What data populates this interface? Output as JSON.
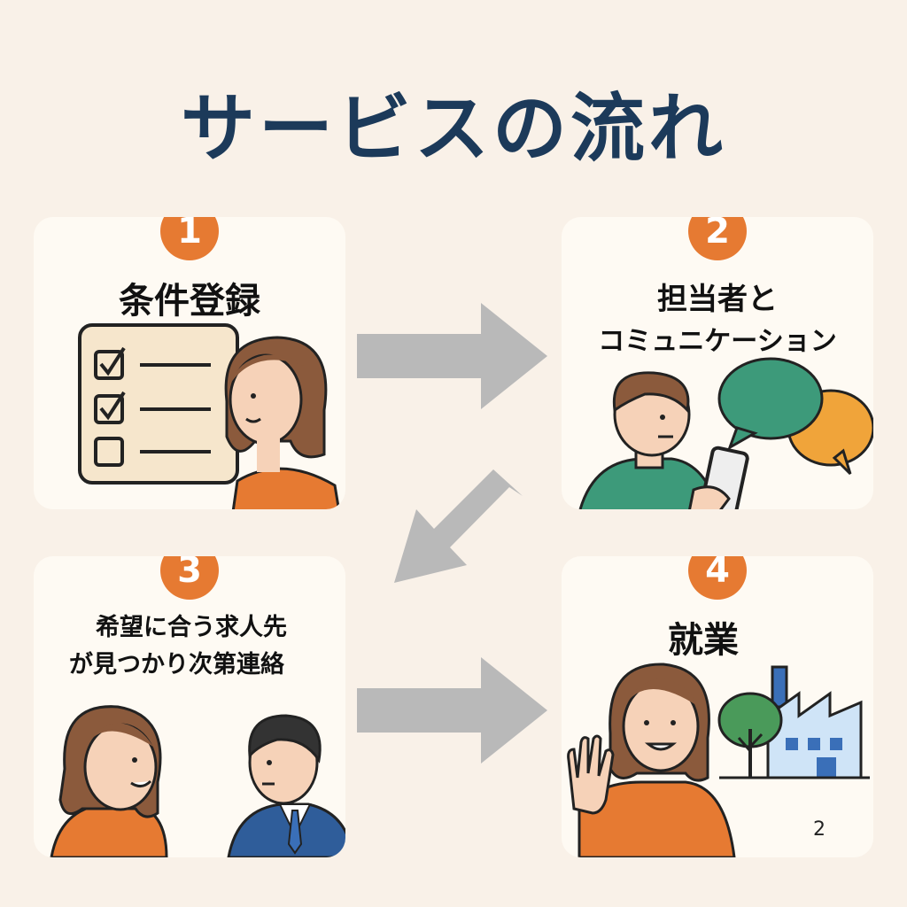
{
  "title": "サービスの流れ",
  "steps": [
    {
      "number": "1",
      "label": "条件登録"
    },
    {
      "number": "2",
      "label_lines": [
        "担当者と",
        "コミュニケーション"
      ]
    },
    {
      "number": "3",
      "label_lines": [
        "希望に合う求人先",
        "が見つかり次第連絡"
      ]
    },
    {
      "number": "4",
      "label": "就業"
    }
  ],
  "page_number": "2",
  "colors": {
    "background": "#f9f1e8",
    "title": "#1c3a5a",
    "badge": "#e67a32",
    "card": "#fefaf3",
    "arrow": "#b9b9b9"
  }
}
